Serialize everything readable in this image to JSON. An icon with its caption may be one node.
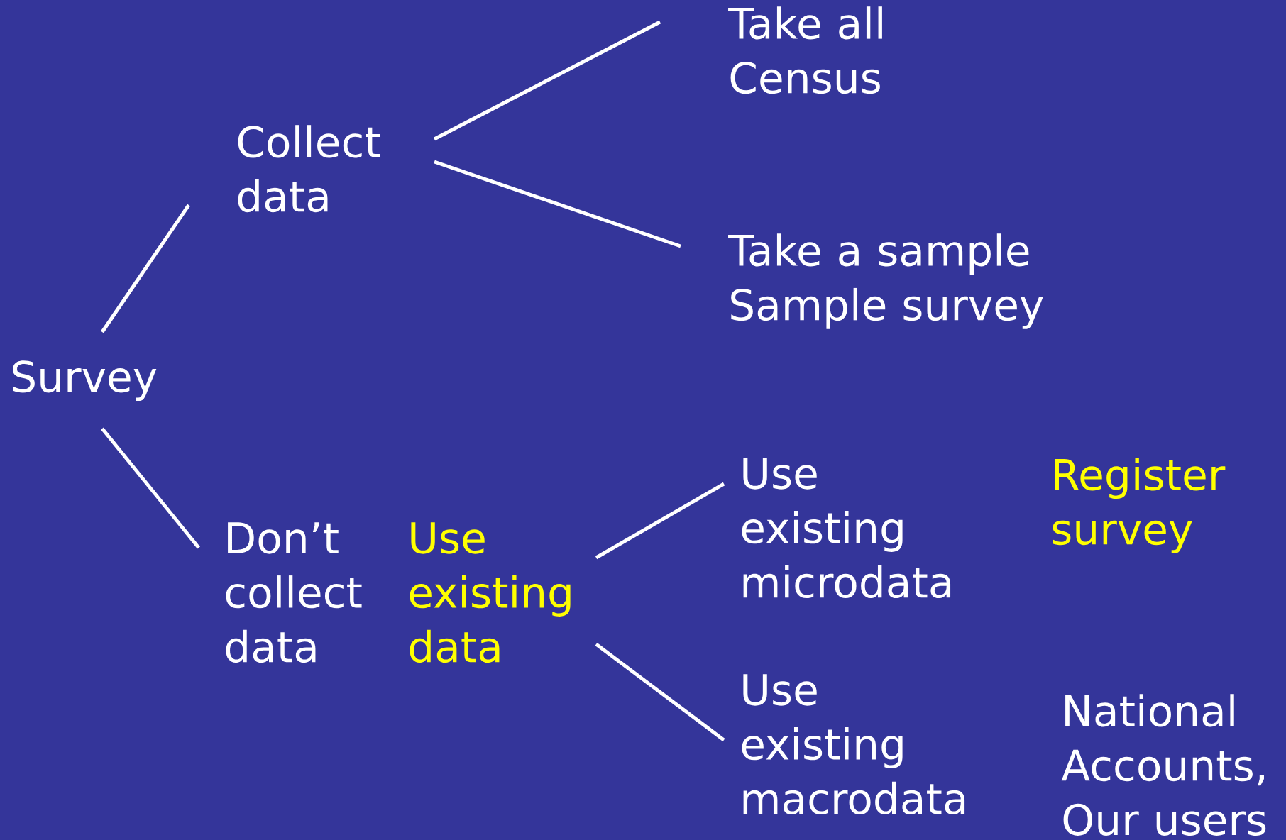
{
  "diagram": {
    "nodes": [
      {
        "text": [
          "Survey"
        ]
      },
      {
        "text": [
          "Collect data"
        ]
      },
      {
        "text": [
          "Take all",
          "Census"
        ]
      },
      {
        "text": [
          "Take a sample",
          "Sample survey"
        ]
      },
      {
        "text": [
          "Don’t collect data"
        ]
      },
      {
        "text": [
          "Use existing data"
        ]
      },
      {
        "text": [
          "Use existing microdata"
        ],
        "beside": [
          "Register survey"
        ]
      },
      {
        "text": [
          "Use existing macrodata"
        ],
        "beside": [
          "National Accounts, Our users"
        ]
      }
    ],
    "edges": [
      {
        "from": 0,
        "to": 1,
        "arrow": "none"
      },
      {
        "from": 1,
        "to": 2,
        "arrow": "none"
      },
      {
        "from": 1,
        "to": 3,
        "arrow": "none"
      },
      {
        "from": 0,
        "to": 4,
        "arrow": "none"
      },
      {
        "from": 5,
        "to": 6,
        "arrow": "none"
      },
      {
        "from": 5,
        "to": 7,
        "arrow": "none"
      }
    ]
  }
}
